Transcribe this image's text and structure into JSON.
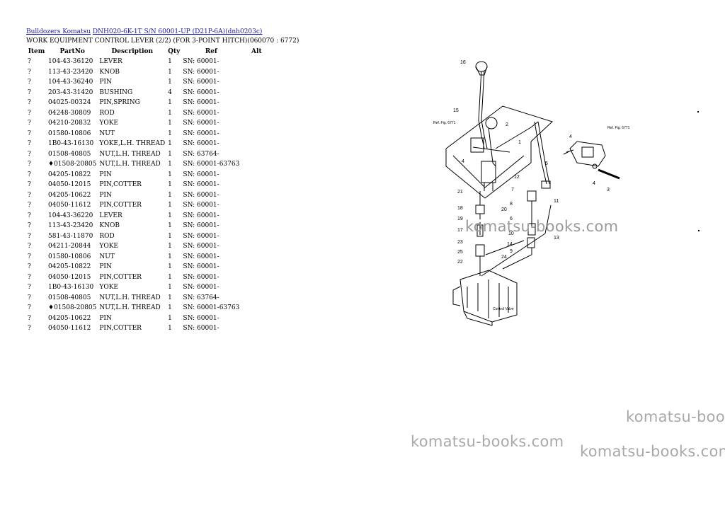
{
  "breadcrumb": {
    "link1": "Bulldozers Komatsu",
    "link2": "DNH020-6K-1T S/N 60001-UP (D21P-6A)(dnh0203c)"
  },
  "page_title": "WORK EQUIPMENT CONTROL LEVER (2/2) (FOR 3-POINT HITCH)(060070 : 6772)",
  "table": {
    "headers": [
      "Item",
      "PartNo",
      "Description",
      "Qty",
      "Ref",
      "Alt"
    ],
    "rows": [
      [
        "?",
        "104-43-36120",
        "LEVER",
        "1",
        "SN: 60001-",
        ""
      ],
      [
        "?",
        "113-43-23420",
        "KNOB",
        "1",
        "SN: 60001-",
        ""
      ],
      [
        "?",
        "104-43-36240",
        "PIN",
        "1",
        "SN: 60001-",
        ""
      ],
      [
        "?",
        "203-43-31420",
        "BUSHING",
        "4",
        "SN: 60001-",
        ""
      ],
      [
        "?",
        "04025-00324",
        "PIN,SPRING",
        "1",
        "SN: 60001-",
        ""
      ],
      [
        "?",
        "04248-30809",
        "ROD",
        "1",
        "SN: 60001-",
        ""
      ],
      [
        "?",
        "04210-20832",
        "YOKE",
        "1",
        "SN: 60001-",
        ""
      ],
      [
        "?",
        "01580-10806",
        "NUT",
        "1",
        "SN: 60001-",
        ""
      ],
      [
        "?",
        "1B0-43-16130",
        "YOKE,L.H. THREAD",
        "1",
        "SN: 60001-",
        ""
      ],
      [
        "?",
        "01508-40805",
        "NUT,L.H. THREAD",
        "1",
        "SN: 63764-",
        ""
      ],
      [
        "?",
        "♦01508-20805",
        "NUT,L.H. THREAD",
        "1",
        "SN: 60001-63763",
        ""
      ],
      [
        "?",
        "04205-10822",
        "PIN",
        "1",
        "SN: 60001-",
        ""
      ],
      [
        "?",
        "04050-12015",
        "PIN,COTTER",
        "1",
        "SN: 60001-",
        ""
      ],
      [
        "?",
        "04205-10622",
        "PIN",
        "1",
        "SN: 60001-",
        ""
      ],
      [
        "?",
        "04050-11612",
        "PIN,COTTER",
        "1",
        "SN: 60001-",
        ""
      ],
      [
        "?",
        "104-43-36220",
        "LEVER",
        "1",
        "SN: 60001-",
        ""
      ],
      [
        "?",
        "113-43-23420",
        "KNOB",
        "1",
        "SN: 60001-",
        ""
      ],
      [
        "?",
        "581-43-11870",
        "ROD",
        "1",
        "SN: 60001-",
        ""
      ],
      [
        "?",
        "04211-20844",
        "YOKE",
        "1",
        "SN: 60001-",
        ""
      ],
      [
        "?",
        "01580-10806",
        "NUT",
        "1",
        "SN: 60001-",
        ""
      ],
      [
        "?",
        "04205-10822",
        "PIN",
        "1",
        "SN: 60001-",
        ""
      ],
      [
        "?",
        "04050-12015",
        "PIN,COTTER",
        "1",
        "SN: 60001-",
        ""
      ],
      [
        "?",
        "1B0-43-16130",
        "YOKE",
        "1",
        "SN: 60001-",
        ""
      ],
      [
        "?",
        "01508-40805",
        "NUT,L.H. THREAD",
        "1",
        "SN: 63764-",
        ""
      ],
      [
        "?",
        "♦01508-20805",
        "NUT,L.H. THREAD",
        "1",
        "SN: 60001-63763",
        ""
      ],
      [
        "?",
        "04205-10622",
        "PIN",
        "1",
        "SN: 60001-",
        ""
      ],
      [
        "?",
        "04050-11612",
        "PIN,COTTER",
        "1",
        "SN: 60001-",
        ""
      ]
    ]
  },
  "diagram": {
    "callouts": [
      "16",
      "15",
      "2",
      "1",
      "4",
      "5",
      "4",
      "3",
      "12",
      "7",
      "11",
      "21",
      "18",
      "20",
      "8",
      "19",
      "6",
      "17",
      "10",
      "23",
      "14",
      "13",
      "25",
      "9",
      "24",
      "22",
      "4"
    ],
    "notes": [
      "Ref. Fig. 6771",
      "Ref. Fig. 6771",
      "Control Valve"
    ]
  },
  "watermarks": [
    "komatsu-books.com",
    "komatsu-boo",
    "komatsu-books.com",
    "komatsu-books.com"
  ]
}
